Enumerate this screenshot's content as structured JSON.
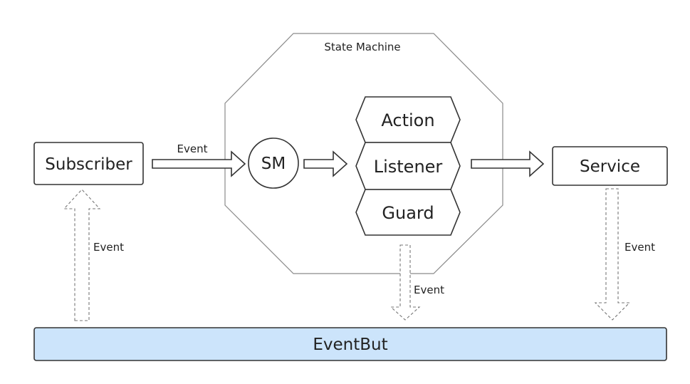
{
  "diagram": {
    "container_label": "State Machine",
    "nodes": {
      "subscriber": "Subscriber",
      "sm": "SM",
      "action": "Action",
      "listener": "Listener",
      "guard": "Guard",
      "service": "Service",
      "bus": "EventBut"
    },
    "edge_labels": {
      "subscriber_to_sm": "Event",
      "bus_to_subscriber": "Event",
      "guard_to_bus": "Event",
      "service_to_bus": "Event"
    },
    "colors": {
      "bus_fill": "#cce4fb",
      "stroke": "#333333",
      "container_stroke": "#8a8a8a",
      "dashed_stroke": "#777777"
    }
  }
}
